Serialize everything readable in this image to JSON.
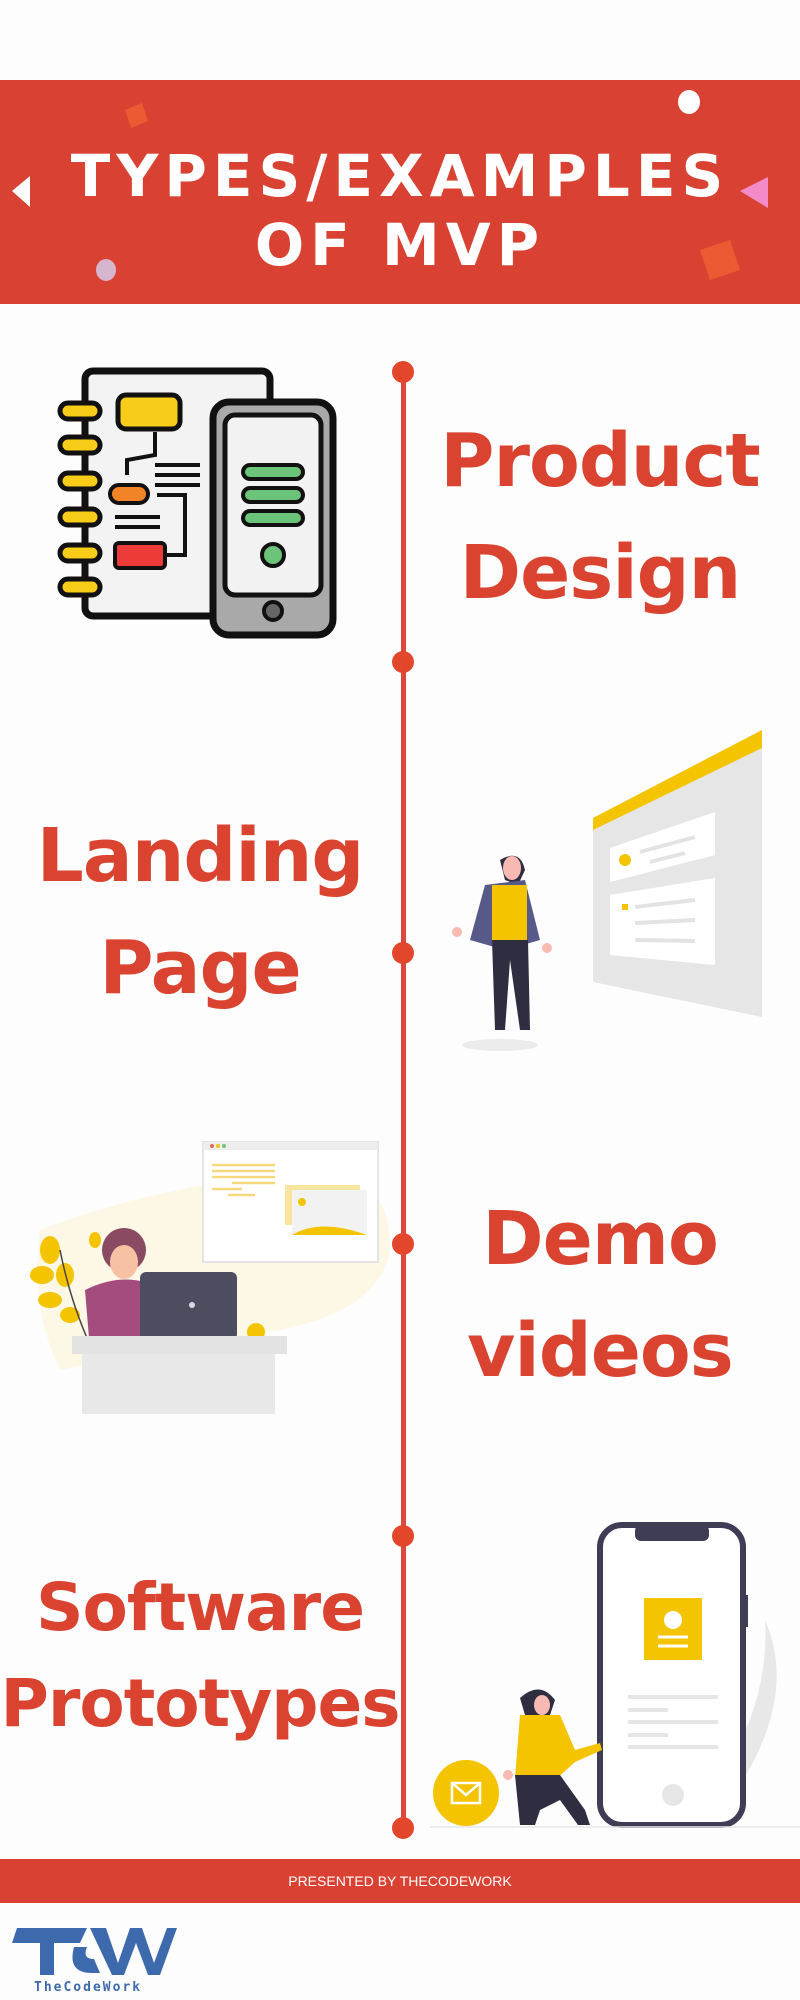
{
  "header": {
    "title_line1": "TYPES/EXAMPLES",
    "title_line2": "OF MVP",
    "background_color": "#d94232"
  },
  "timeline": {
    "accent_color": "#d94a3c",
    "items": [
      {
        "label_line1": "Product",
        "label_line2": "Design",
        "illustration": "notebook-flowchart-and-phone-icon"
      },
      {
        "label_line1": "Landing",
        "label_line2": "Page",
        "illustration": "woman-viewing-webpage-icon"
      },
      {
        "label_line1": "Demo",
        "label_line2": "videos",
        "illustration": "woman-at-laptop-icon"
      },
      {
        "label_line1": "Software",
        "label_line2": "Prototypes",
        "illustration": "woman-with-smartphone-icon"
      }
    ]
  },
  "footer": {
    "presented_by": "PRESENTED BY THECODEWORK",
    "logo_mark": "TCW",
    "logo_text": "TheCodeWork",
    "logo_color": "#3d6aad"
  }
}
